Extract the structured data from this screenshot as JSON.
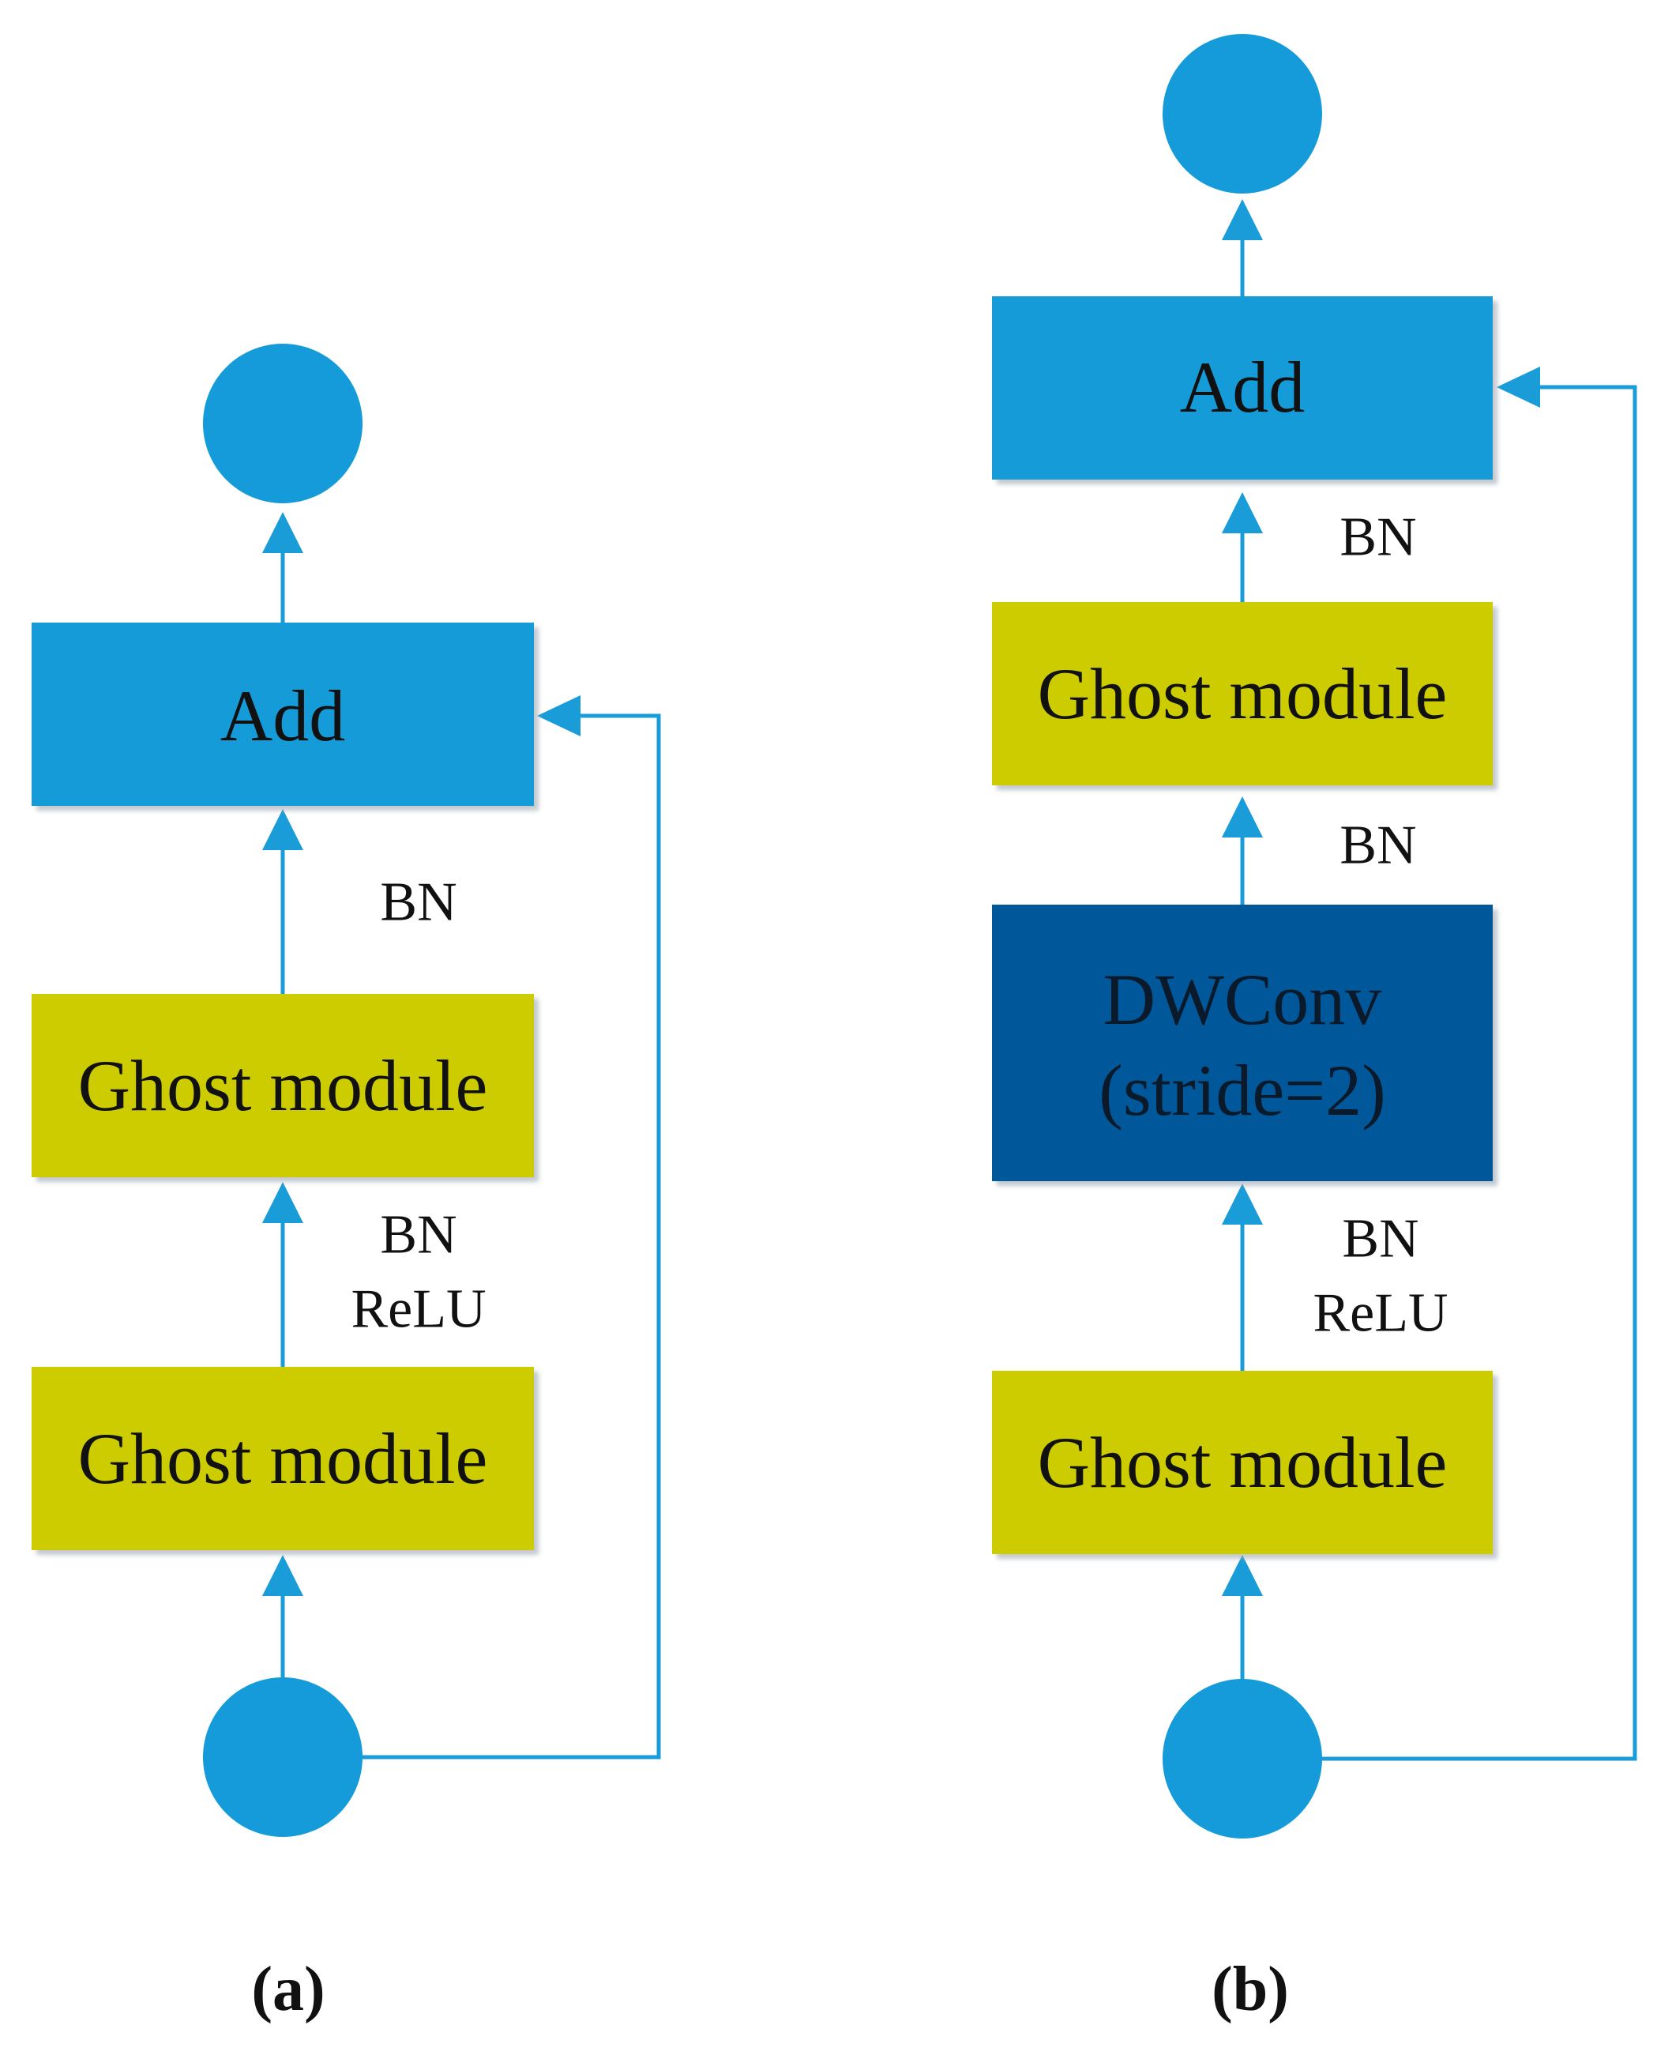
{
  "colors": {
    "line": "#1a9cd8",
    "node": "#159bd9",
    "add_box": "#169bd9",
    "ghost_box": "#cccc00",
    "dwconv_box": "#02589a"
  },
  "panel_a": {
    "add": "Add",
    "ghost_top": "Ghost module",
    "ghost_bottom": "Ghost module",
    "bn_top": "BN",
    "bn_mid": "BN",
    "relu_mid": "ReLU",
    "caption": "(a)"
  },
  "panel_b": {
    "add": "Add",
    "ghost_top": "Ghost module",
    "dwconv_line1": "DWConv",
    "dwconv_line2": "(stride=2)",
    "ghost_bottom": "Ghost module",
    "bn_top": "BN",
    "bn_mid": "BN",
    "bn_low": "BN",
    "relu_low": "ReLU",
    "caption": "(b)"
  }
}
